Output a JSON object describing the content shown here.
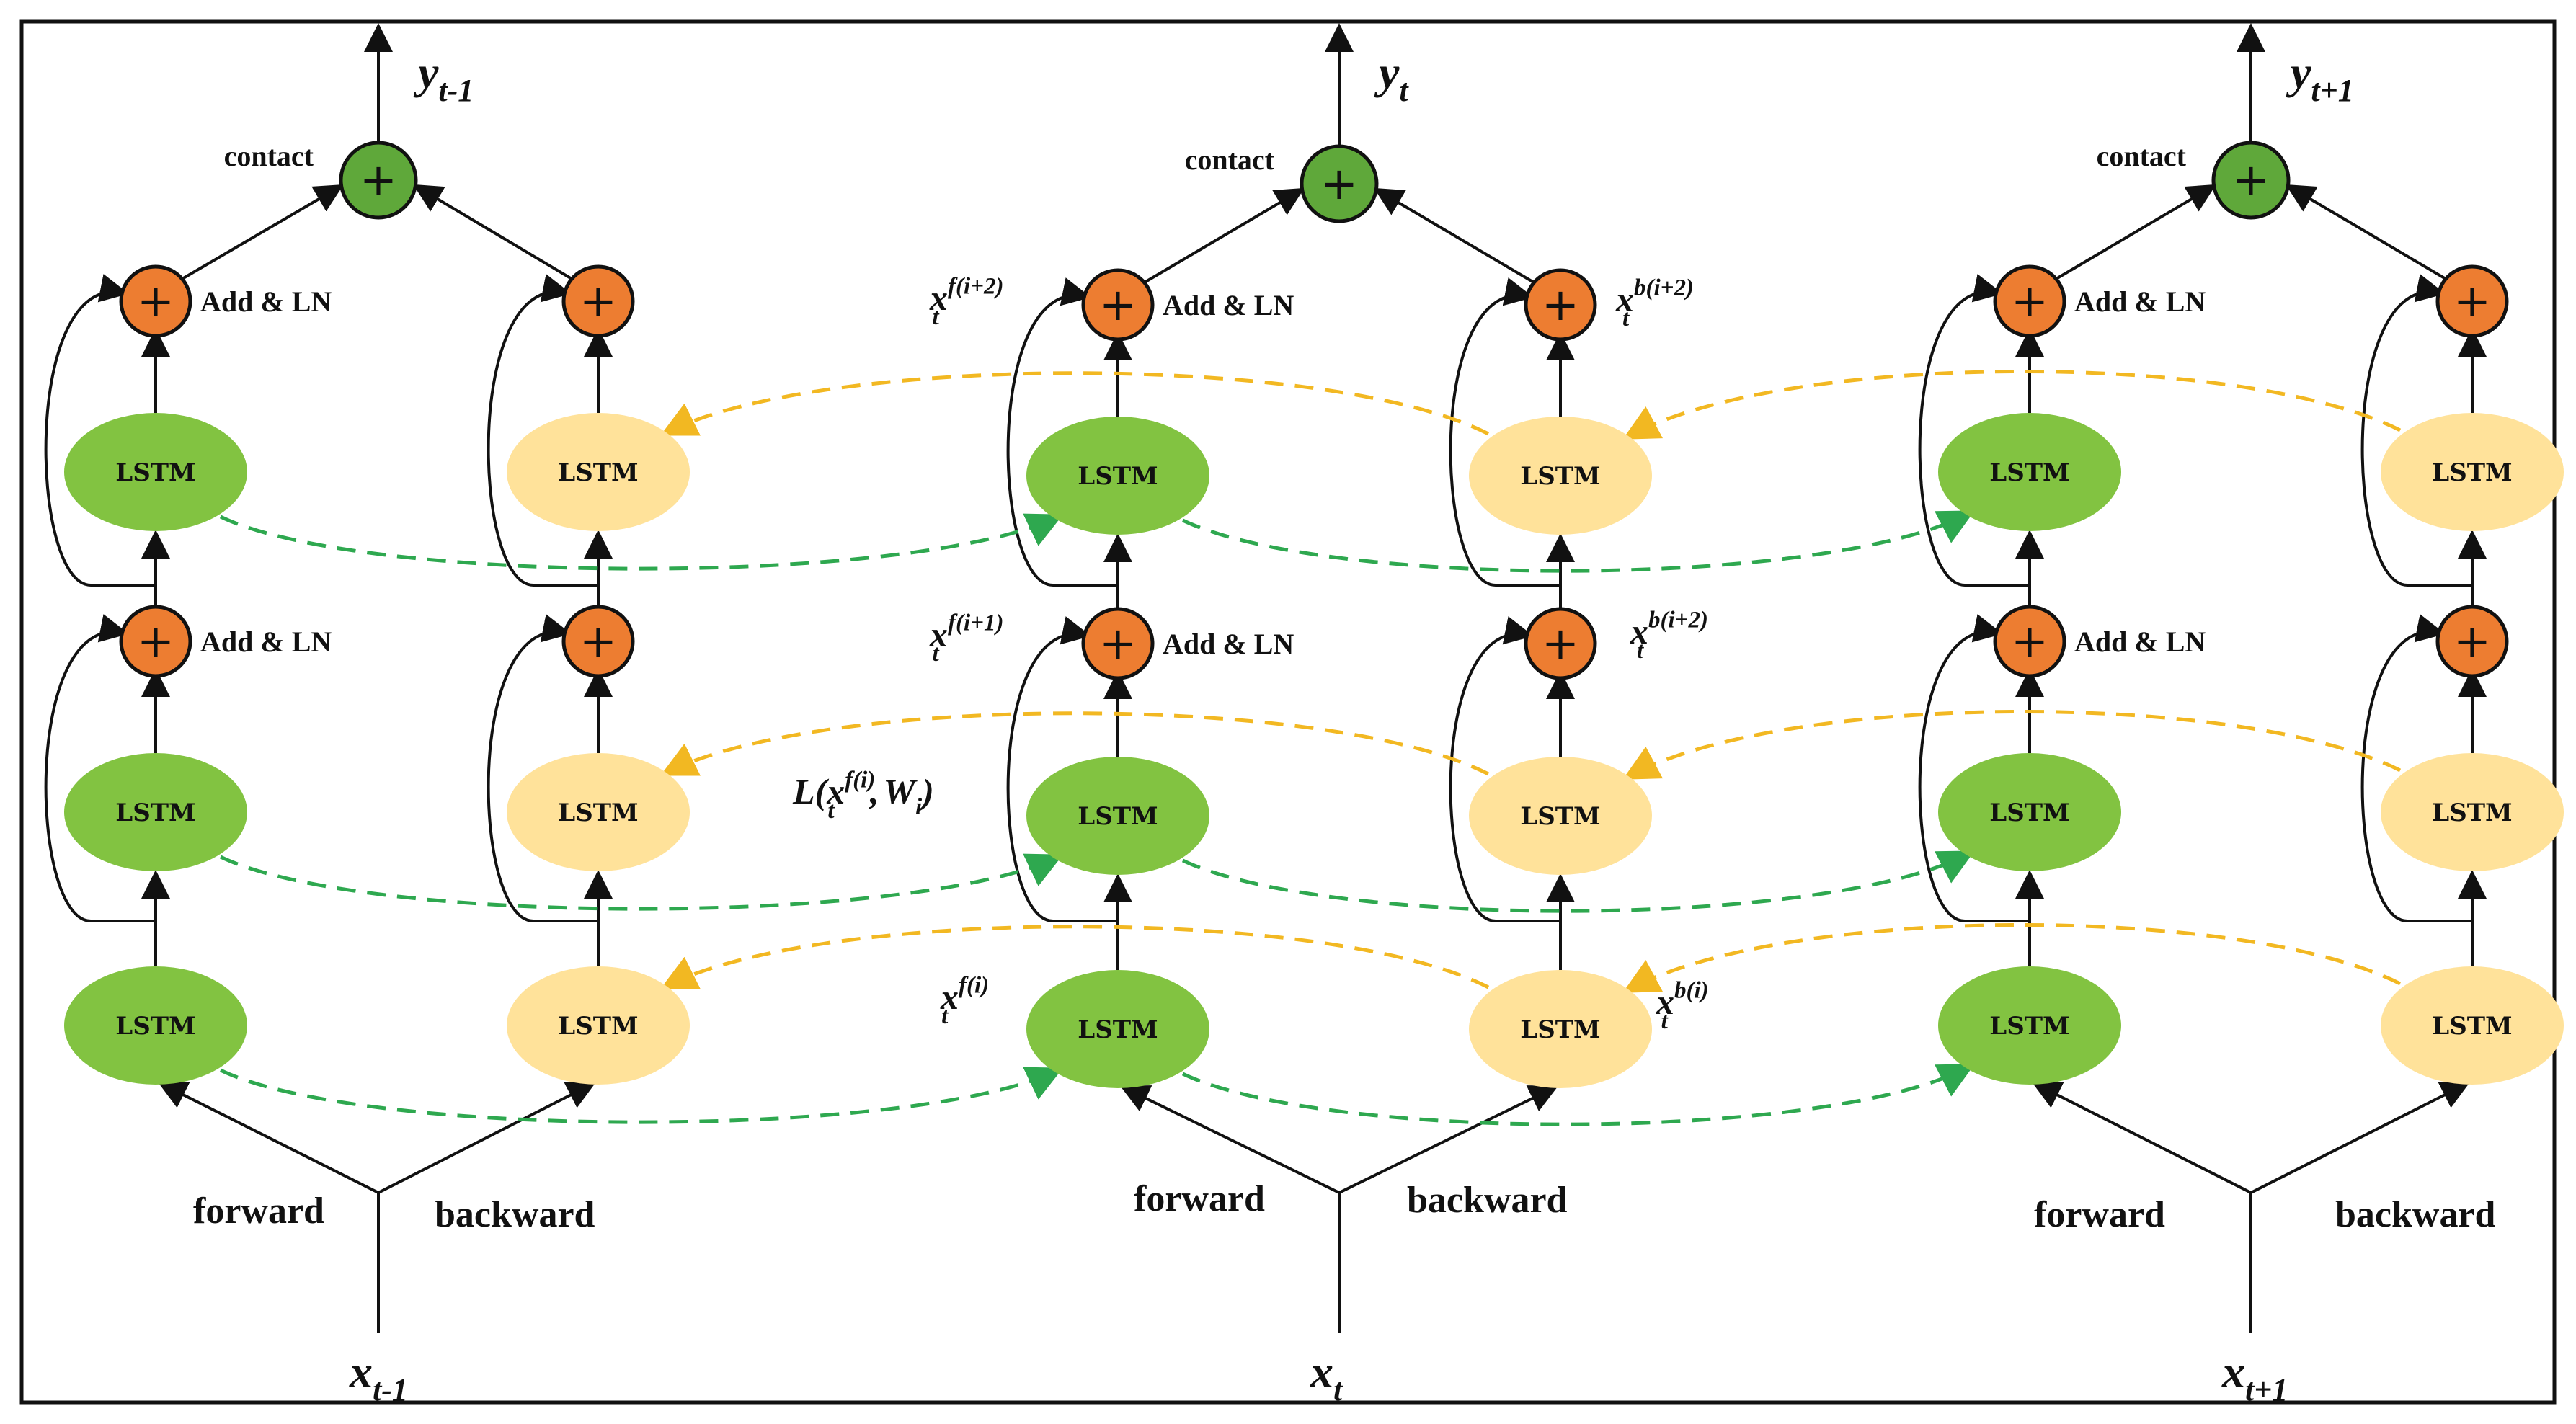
{
  "labels": {
    "lstm": "LSTM",
    "add_ln": "Add & LN",
    "contact": "contact",
    "forward": "forward",
    "backward": "backward",
    "plus": "+"
  },
  "columns": [
    {
      "input": {
        "base": "x",
        "sub": "t-1"
      },
      "output": {
        "base": "y",
        "sub": "t-1"
      }
    },
    {
      "input": {
        "base": "x",
        "sub": "t"
      },
      "output": {
        "base": "y",
        "sub": "t"
      }
    },
    {
      "input": {
        "base": "x",
        "sub": "t+1"
      },
      "output": {
        "base": "y",
        "sub": "t+1"
      }
    }
  ],
  "annotations": {
    "xf_i2": {
      "base": "x",
      "sub": "t",
      "sup": "f(i+2)"
    },
    "xf_i1": {
      "base": "x",
      "sub": "t",
      "sup": "f(i+1)"
    },
    "xf_i": {
      "base": "x",
      "sub": "t",
      "sup": "f(i)"
    },
    "xb_i2_top": {
      "base": "x",
      "sub": "t",
      "sup": "b(i+2)"
    },
    "xb_i2_mid": {
      "base": "x",
      "sub": "t",
      "sup": "b(i+2)"
    },
    "xb_i": {
      "base": "x",
      "sub": "t",
      "sup": "b(i)"
    },
    "loss": {
      "prefix": "L(",
      "base": "x",
      "sub": "t",
      "sup": "f(i)",
      "mid": ",",
      "w": "W",
      "wsub": "i",
      "suffix": ")"
    }
  },
  "colors": {
    "forward_lstm": "#82C341",
    "backward_lstm": "#FFE29A",
    "add_node": "#ED7D31",
    "concat_node": "#5FA83A",
    "forward_link": "#2EA84F",
    "backward_link": "#F2B822",
    "line": "#111111"
  }
}
